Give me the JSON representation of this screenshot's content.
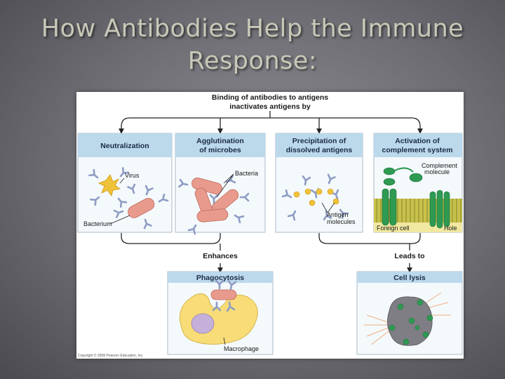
{
  "slide": {
    "title_line1": "How Antibodies Help the Immune",
    "title_line2": "Response:"
  },
  "diagram": {
    "top_label_line1": "Binding of antibodies to antigens",
    "top_label_line2": "inactivates antigens by",
    "panels": [
      {
        "title_line1": "Neutralization",
        "title_line2": "",
        "labels": [
          "Virus",
          "Bacterium"
        ]
      },
      {
        "title_line1": "Agglutination",
        "title_line2": "of microbes",
        "labels": [
          "Bacteria"
        ]
      },
      {
        "title_line1": "Precipitation of",
        "title_line2": "dissolved antigens",
        "labels": [
          "Antigen",
          "molecules"
        ]
      },
      {
        "title_line1": "Activation of",
        "title_line2": "complement system",
        "labels": [
          "Complement",
          "molecule",
          "Foreign cell",
          "Hole"
        ]
      }
    ],
    "enhances_label": "Enhances",
    "leads_to_label": "Leads to",
    "phagocytosis": {
      "title": "Phagocytosis",
      "macrophage_label": "Macrophage"
    },
    "cell_lysis": {
      "title": "Cell lysis"
    },
    "copyright": "Copyright © 2008 Pearson Education, Inc."
  },
  "colors": {
    "panel_header": "#bcd9ec",
    "antibody": "#8e9cc4",
    "bacterium": "#e89a8c",
    "antigen": "#f0c23a",
    "complement": "#2e9a52",
    "membrane": "#c8c24c",
    "macrophage": "#f7dc78"
  }
}
